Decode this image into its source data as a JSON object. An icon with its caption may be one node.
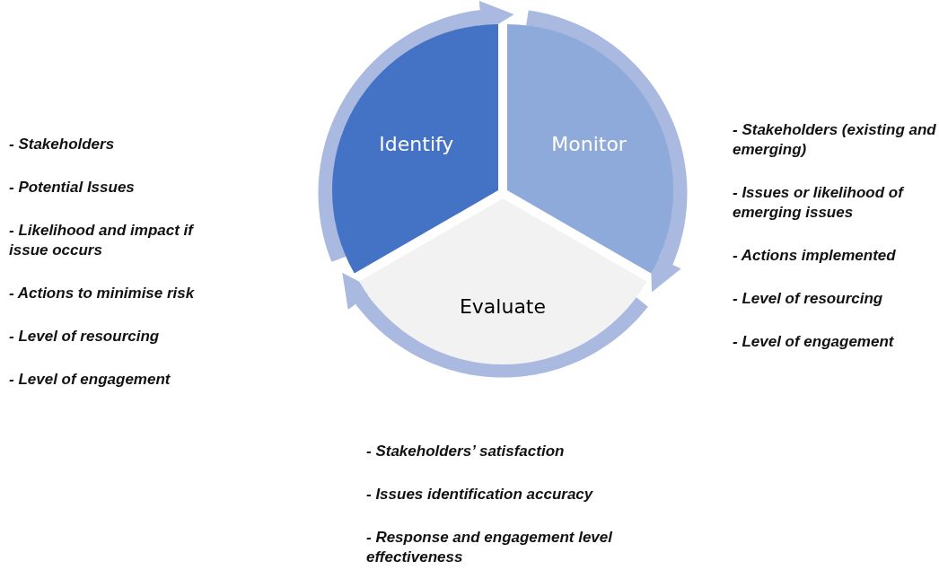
{
  "diagram": {
    "nodes": [
      {
        "text": [
          "Identify"
        ],
        "beside": [
          "- Stakeholders",
          "- Potential Issues",
          "- Likelihood and impact if issue occurs",
          "- Actions to minimise risk",
          "- Level of resourcing",
          "- Level of engagement"
        ]
      },
      {
        "text": [
          "Monitor"
        ],
        "beside": [
          "- Stakeholders (existing and emerging)",
          "- Issues or likelihood of emerging issues",
          "- Actions implemented",
          "- Level of resourcing",
          "- Level of engagement"
        ]
      },
      {
        "text": [
          "Evaluate"
        ],
        "beside": [
          "- Stakeholders’ satisfaction",
          "- Issues identification accuracy",
          "- Response and engagement level effectiveness"
        ]
      }
    ],
    "edges": [
      {
        "from": 0,
        "to": 1,
        "arrow": "to"
      },
      {
        "from": 1,
        "to": 2,
        "arrow": "to"
      },
      {
        "from": 2,
        "to": 0,
        "arrow": "to"
      }
    ]
  }
}
